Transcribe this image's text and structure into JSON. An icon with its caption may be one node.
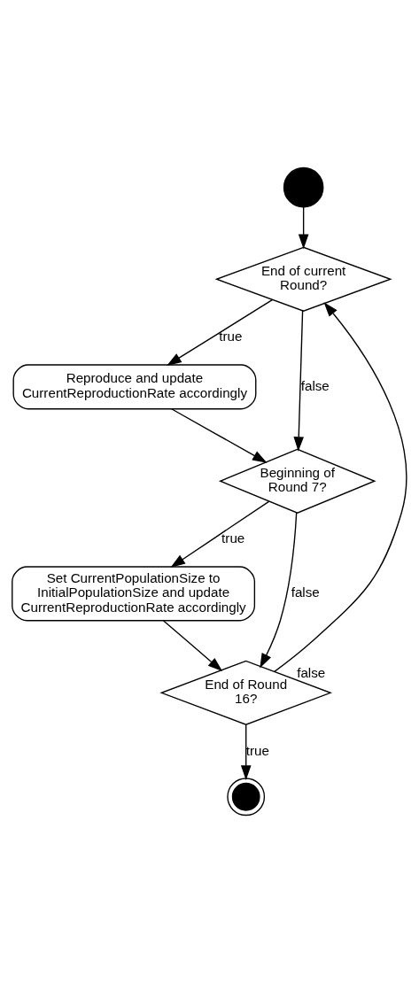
{
  "diagram": {
    "nodes": [
      {
        "text": [],
        "shape": "circle"
      },
      {
        "text": [
          "End of current Round?"
        ]
      },
      {
        "text": [
          "Reproduce and update CurrentReproductionRate accordingly"
        ]
      },
      {
        "text": [
          "Beginning of Round 7?"
        ]
      },
      {
        "text": [
          "Set CurrentPopulationSize to InitialPopulationSize and update CurrentReproductionRate accordingly"
        ]
      },
      {
        "text": [
          "End of Round 16?"
        ]
      },
      {
        "text": [],
        "shape": "circle"
      }
    ],
    "edges": [
      {
        "from": 0,
        "to": 1,
        "arrow": "to"
      },
      {
        "from": 1,
        "to": 2,
        "arrow": "to",
        "label": "true"
      },
      {
        "from": 2,
        "to": 3,
        "arrow": "to"
      },
      {
        "from": 1,
        "to": 3,
        "arrow": "to",
        "label": "false"
      },
      {
        "from": 3,
        "to": 4,
        "arrow": "to",
        "label": "true"
      },
      {
        "from": 4,
        "to": 5,
        "arrow": "to"
      },
      {
        "from": 3,
        "to": 5,
        "arrow": "to",
        "label": "false"
      },
      {
        "from": 5,
        "to": 1,
        "arrow": "to",
        "label": "false"
      },
      {
        "from": 5,
        "to": 6,
        "arrow": "to",
        "label": "true"
      }
    ]
  }
}
